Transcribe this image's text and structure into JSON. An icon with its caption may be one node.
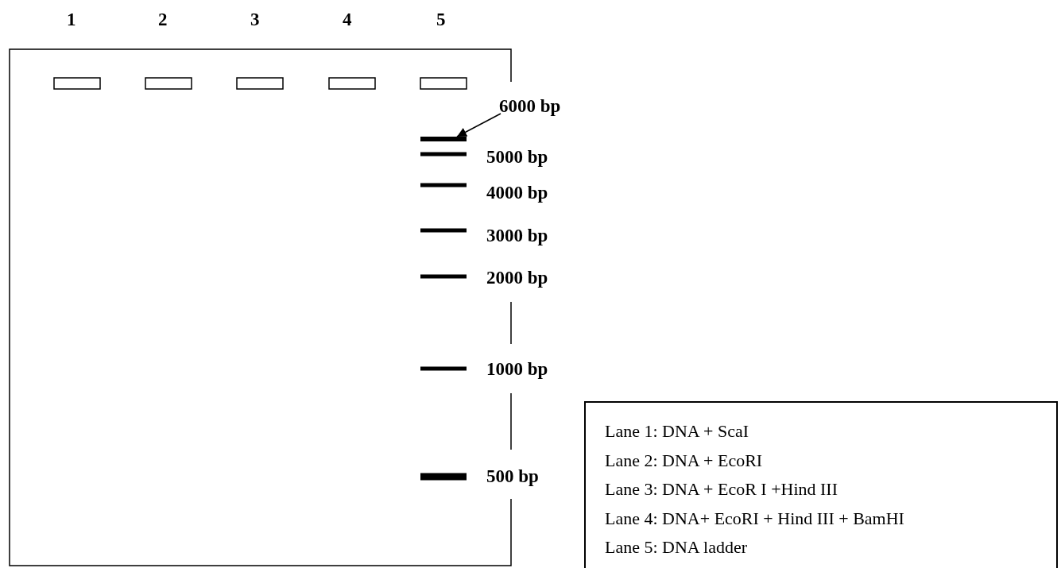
{
  "diagram": {
    "nodes": [
      {
        "text": [
          "6000 bp"
        ]
      },
      {
        "text": [],
        "shape": "bar"
      },
      {
        "text": [
          "Lane 1: DNA + ScaI",
          "Lane 2: DNA + EcoRI",
          "Lane 3: DNA + EcoR I +Hind III",
          "Lane 4: DNA+ EcoRI + Hind III + BamHI",
          "Lane 5: DNA ladder"
        ]
      }
    ],
    "edges": [
      {
        "from": 0,
        "to": 1,
        "arrow": "to"
      }
    ],
    "labels": [
      "1",
      "2",
      "3",
      "4",
      "5",
      "5000 bp",
      "4000 bp",
      "3000 bp",
      "2000 bp",
      "1000 bp",
      "500 bp"
    ]
  }
}
